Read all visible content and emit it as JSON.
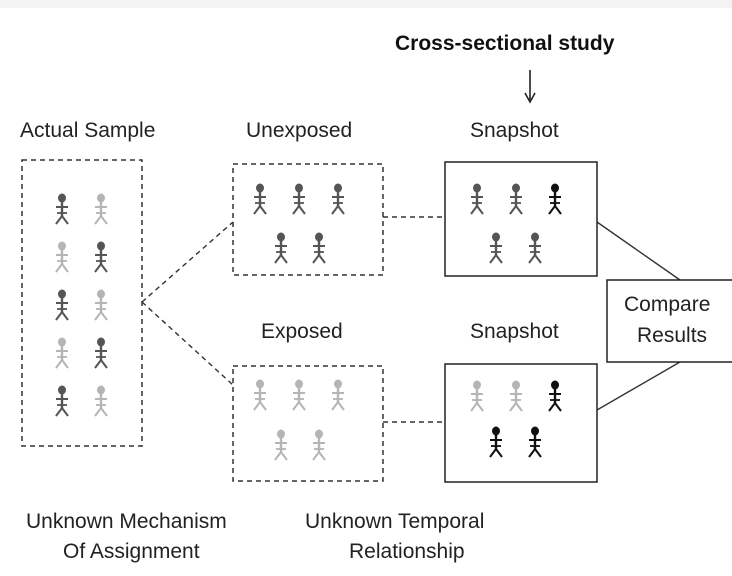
{
  "title": "Cross-sectional study",
  "labels": {
    "actual_sample": "Actual Sample",
    "unexposed": "Unexposed",
    "exposed": "Exposed",
    "snapshot_top": "Snapshot",
    "snapshot_bottom": "Snapshot",
    "compare_line1": "Compare",
    "compare_line2": "Results",
    "unknown_mechanism_line1": "Unknown Mechanism",
    "unknown_mechanism_line2": "Of Assignment",
    "unknown_temporal_line1": "Unknown Temporal",
    "unknown_temporal_line2": "Relationship"
  },
  "colors": {
    "dark": "#555555",
    "light": "#b5b5b5",
    "black": "#111111"
  },
  "groups": {
    "actual_sample": [
      "dark",
      "light",
      "light",
      "dark",
      "dark",
      "light",
      "light",
      "dark",
      "dark",
      "light"
    ],
    "unexposed": [
      "dark",
      "dark",
      "dark",
      "dark",
      "dark"
    ],
    "snapshot_top": [
      "dark",
      "dark",
      "black",
      "dark",
      "dark"
    ],
    "exposed": [
      "light",
      "light",
      "light",
      "light",
      "light"
    ],
    "snapshot_bottom": [
      "light",
      "light",
      "black",
      "black",
      "black"
    ]
  }
}
